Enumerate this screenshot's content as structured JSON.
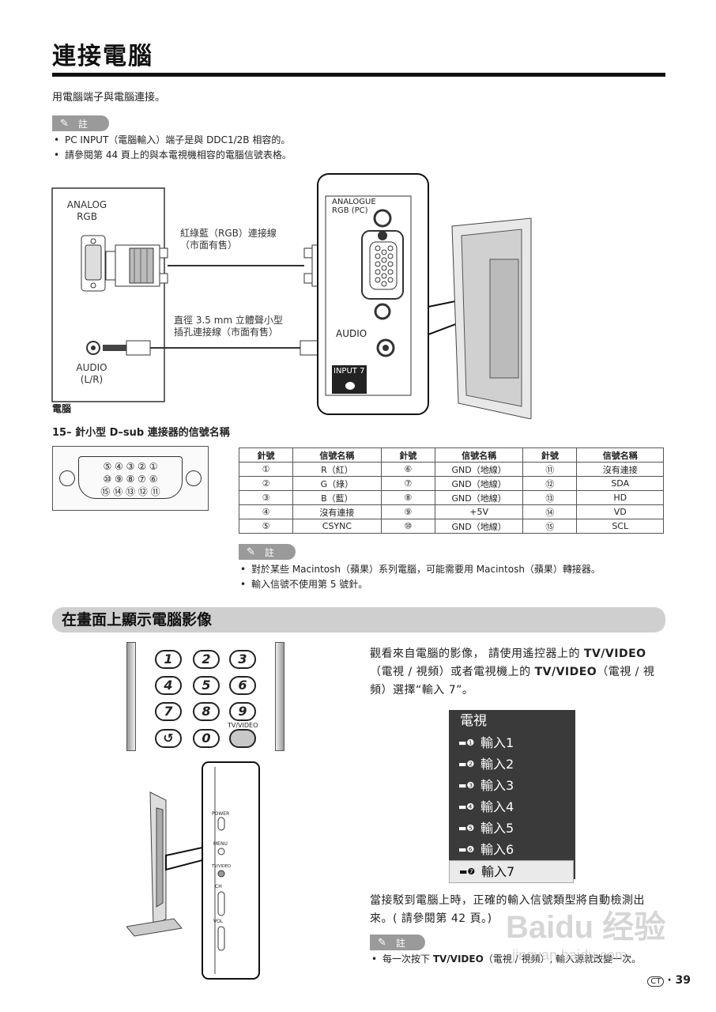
{
  "page": {
    "title": "連接電腦",
    "intro": "用電腦端子與電腦連接。",
    "number": "39",
    "lang_badge": "CT",
    "sep": "·"
  },
  "notes1": {
    "label": "註",
    "items": [
      "PC INPUT（電腦輸入）端子是與 DDC1/2B 相容的。",
      "請參閱第 44 頁上的與本電視機相容的電腦信號表格。"
    ]
  },
  "diagram": {
    "analog_rgb_top": "ANALOG",
    "analog_rgb_bottom": "RGB",
    "rgb_cable_line1": "紅綠藍（RGB）連接線",
    "rgb_cable_line2": "（市面有售）",
    "audio_cable_line1": "直徑 3.5 mm 立體聲小型",
    "audio_cable_line2": "插孔連接線（市面有售）",
    "audio_lr_top": "AUDIO",
    "audio_lr_bottom": "(L/R)",
    "pc_label": "電腦",
    "analogue_rgb_pc_1": "ANALOGUE",
    "analogue_rgb_pc_2": "RGB (PC)",
    "tv_audio": "AUDIO",
    "input7": "INPUT 7"
  },
  "pins_section": {
    "heading": "15– 針小型 D–sub 連接器的信號名稱",
    "connector_rows": [
      "⑤ ④ ③ ② ①",
      "⑩ ⑨ ⑧ ⑦ ⑥",
      "⑮ ⑭ ⑬ ⑫ ⑪"
    ],
    "headers": [
      "針號",
      "信號名稱",
      "針號",
      "信號名稱",
      "針號",
      "信號名稱"
    ],
    "rows": [
      [
        "①",
        "R（紅）",
        "⑥",
        "GND（地線）",
        "⑪",
        "沒有連接"
      ],
      [
        "②",
        "G（綠）",
        "⑦",
        "GND（地線）",
        "⑫",
        "SDA"
      ],
      [
        "③",
        "B（藍）",
        "⑧",
        "GND（地線）",
        "⑬",
        "HD"
      ],
      [
        "④",
        "沒有連接",
        "⑨",
        "+5V",
        "⑭",
        "VD"
      ],
      [
        "⑤",
        "CSYNC",
        "⑩",
        "GND（地線）",
        "⑮",
        "SCL"
      ]
    ]
  },
  "notes2": {
    "label": "註",
    "items": [
      "對於某些 Macintosh（蘋果）系列電腦，可能需要用 Macintosh（蘋果）轉接器。",
      "輸入信號不使用第 5 號針。"
    ]
  },
  "display_section": {
    "heading": "在畫面上顯示電腦影像",
    "para1_a": "觀看來自電腦的影像， 請使用遙控器上的 ",
    "para1_b": "TV/VIDEO",
    "para1_c": "（電視 / 視頻）或者電視機上的 ",
    "para1_d": "TV/VIDEO",
    "para1_e": "（電視 / 視頻）選擇“輸入 7”。",
    "para2": "當接駁到電腦上時，正確的輸入信號類型將自動檢測出來。( 請參閱第 42 頁。)",
    "note_label": "註",
    "note_a": "每一次按下 ",
    "note_b": "TV/VIDEO",
    "note_c": "（電視 / 視頻）, 輸入源就改變一次。"
  },
  "remote": {
    "keys": [
      "1",
      "2",
      "3",
      "4",
      "5",
      "6",
      "7",
      "8",
      "9",
      "0"
    ],
    "tv_video_label": "TV/VIDEO"
  },
  "tv_side": {
    "power": "POWER",
    "menu": "MENU",
    "tvvideo": "TV/VIDEO",
    "ch": "CH",
    "vol": "VOL"
  },
  "menu": {
    "header": "電視",
    "items": [
      "輸入1",
      "輸入2",
      "輸入3",
      "輸入4",
      "輸入5",
      "輸入6",
      "輸入7"
    ],
    "selected_index": 6
  },
  "watermark": {
    "line1": "Baidu 经验",
    "line2": "jingyan.baidu.com"
  }
}
